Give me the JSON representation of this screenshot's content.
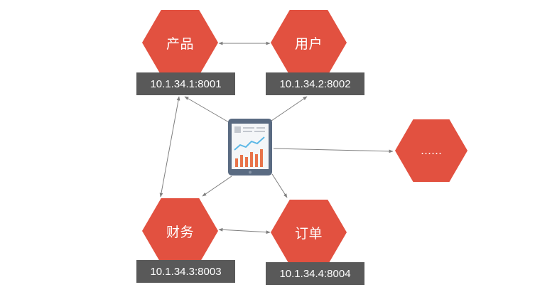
{
  "colors": {
    "node": "#E25140",
    "address_box": "#595959",
    "link": "#7F7F7F",
    "tablet_frame": "#5A6B82",
    "tablet_screen": "#F4F6F8",
    "chart_bar": "#E8744A",
    "chart_line": "#5BB8E6"
  },
  "icons": {
    "center": "tablet-dashboard-icon"
  },
  "nodes": {
    "product": {
      "label": "产品",
      "address": "10.1.34.1:8001"
    },
    "user": {
      "label": "用户",
      "address": "10.1.34.2:8002"
    },
    "finance": {
      "label": "财务",
      "address": "10.1.34.3:8003"
    },
    "order": {
      "label": "订单",
      "address": "10.1.34.4:8004"
    },
    "more": {
      "label": "……"
    }
  }
}
